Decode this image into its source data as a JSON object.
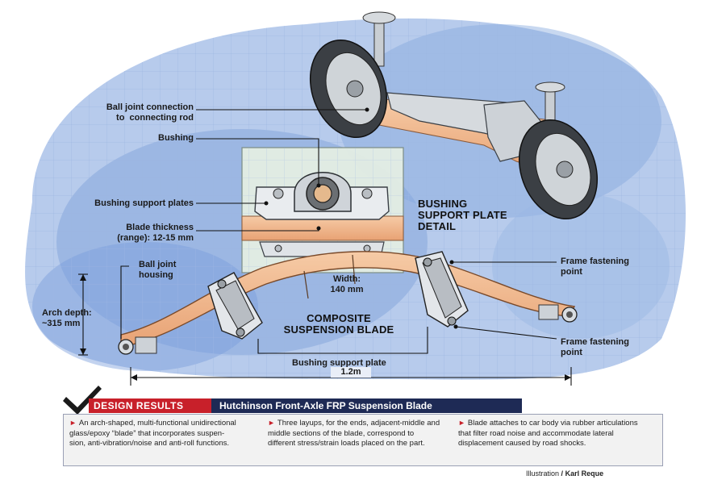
{
  "labels": {
    "ball_joint_connection": "Ball joint connection\n to  connecting rod",
    "bushing": "Bushing",
    "bushing_support_plates": "Bushing support plates",
    "blade_thickness": "Blade thickness\n(range): 12-15 mm",
    "detail_title": "BUSHING\nSUPPORT PLATE\nDETAIL",
    "ball_joint_housing": "Ball joint\nhousing",
    "arch_depth": "Arch depth:\n~315 mm",
    "width": "Width:\n140 mm",
    "composite_blade": "COMPOSITE\nSUSPENSION BLADE",
    "frame_point_top": "Frame fastening\npoint",
    "frame_point_bottom": "Frame fastening\npoint",
    "bushing_support_plate": "Bushing support plate",
    "length": "1.2m"
  },
  "results": {
    "tag": "DESIGN RESULTS",
    "subtitle": "Hutchinson Front-Axle FRP Suspension Blade",
    "bullets": [
      "An arch-shaped, multi-functional unidirectional\nglass/epoxy “blade” that incorporates suspen-\nsion, anti-vibration/noise and anti-roll functions.",
      "Three layups, for the ends, adjacent-middle and\nmiddle sections of the blade, correspond to\ndifferent stress/strain loads placed on the part.",
      "Blade attaches to car body via rubber articulations\nthat filter road noise and accommodate lateral\ndisplacement caused by road shocks."
    ]
  },
  "credit": {
    "prefix": "Illustration",
    "separator": "/",
    "name": "Karl Reque"
  },
  "colors": {
    "blade": "#f1b98e",
    "blade_edge": "#8a5a3a",
    "wash": "#6f96d6",
    "grid": "#9db6e2",
    "tag_red": "#c8202a",
    "subtitle_navy": "#1e2a55"
  },
  "icons": [
    "checkmark-icon"
  ]
}
